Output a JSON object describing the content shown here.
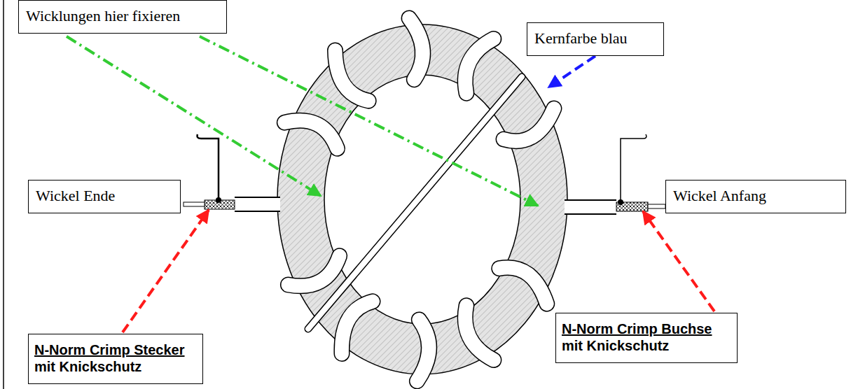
{
  "diagram": {
    "nodes": [
      {
        "text": [
          "Wicklungen hier fixieren"
        ]
      },
      {
        "text": [
          "Kernfarbe blau"
        ]
      },
      {
        "text": [
          "Wickel Ende"
        ]
      },
      {
        "text": [
          "Wickel Anfang"
        ]
      },
      {
        "text": [
          "N-Norm Crimp Stecker",
          "mit Knickschutz"
        ]
      },
      {
        "text": [
          "N-Norm Crimp Buchse",
          "mit Knickschutz"
        ]
      }
    ]
  }
}
